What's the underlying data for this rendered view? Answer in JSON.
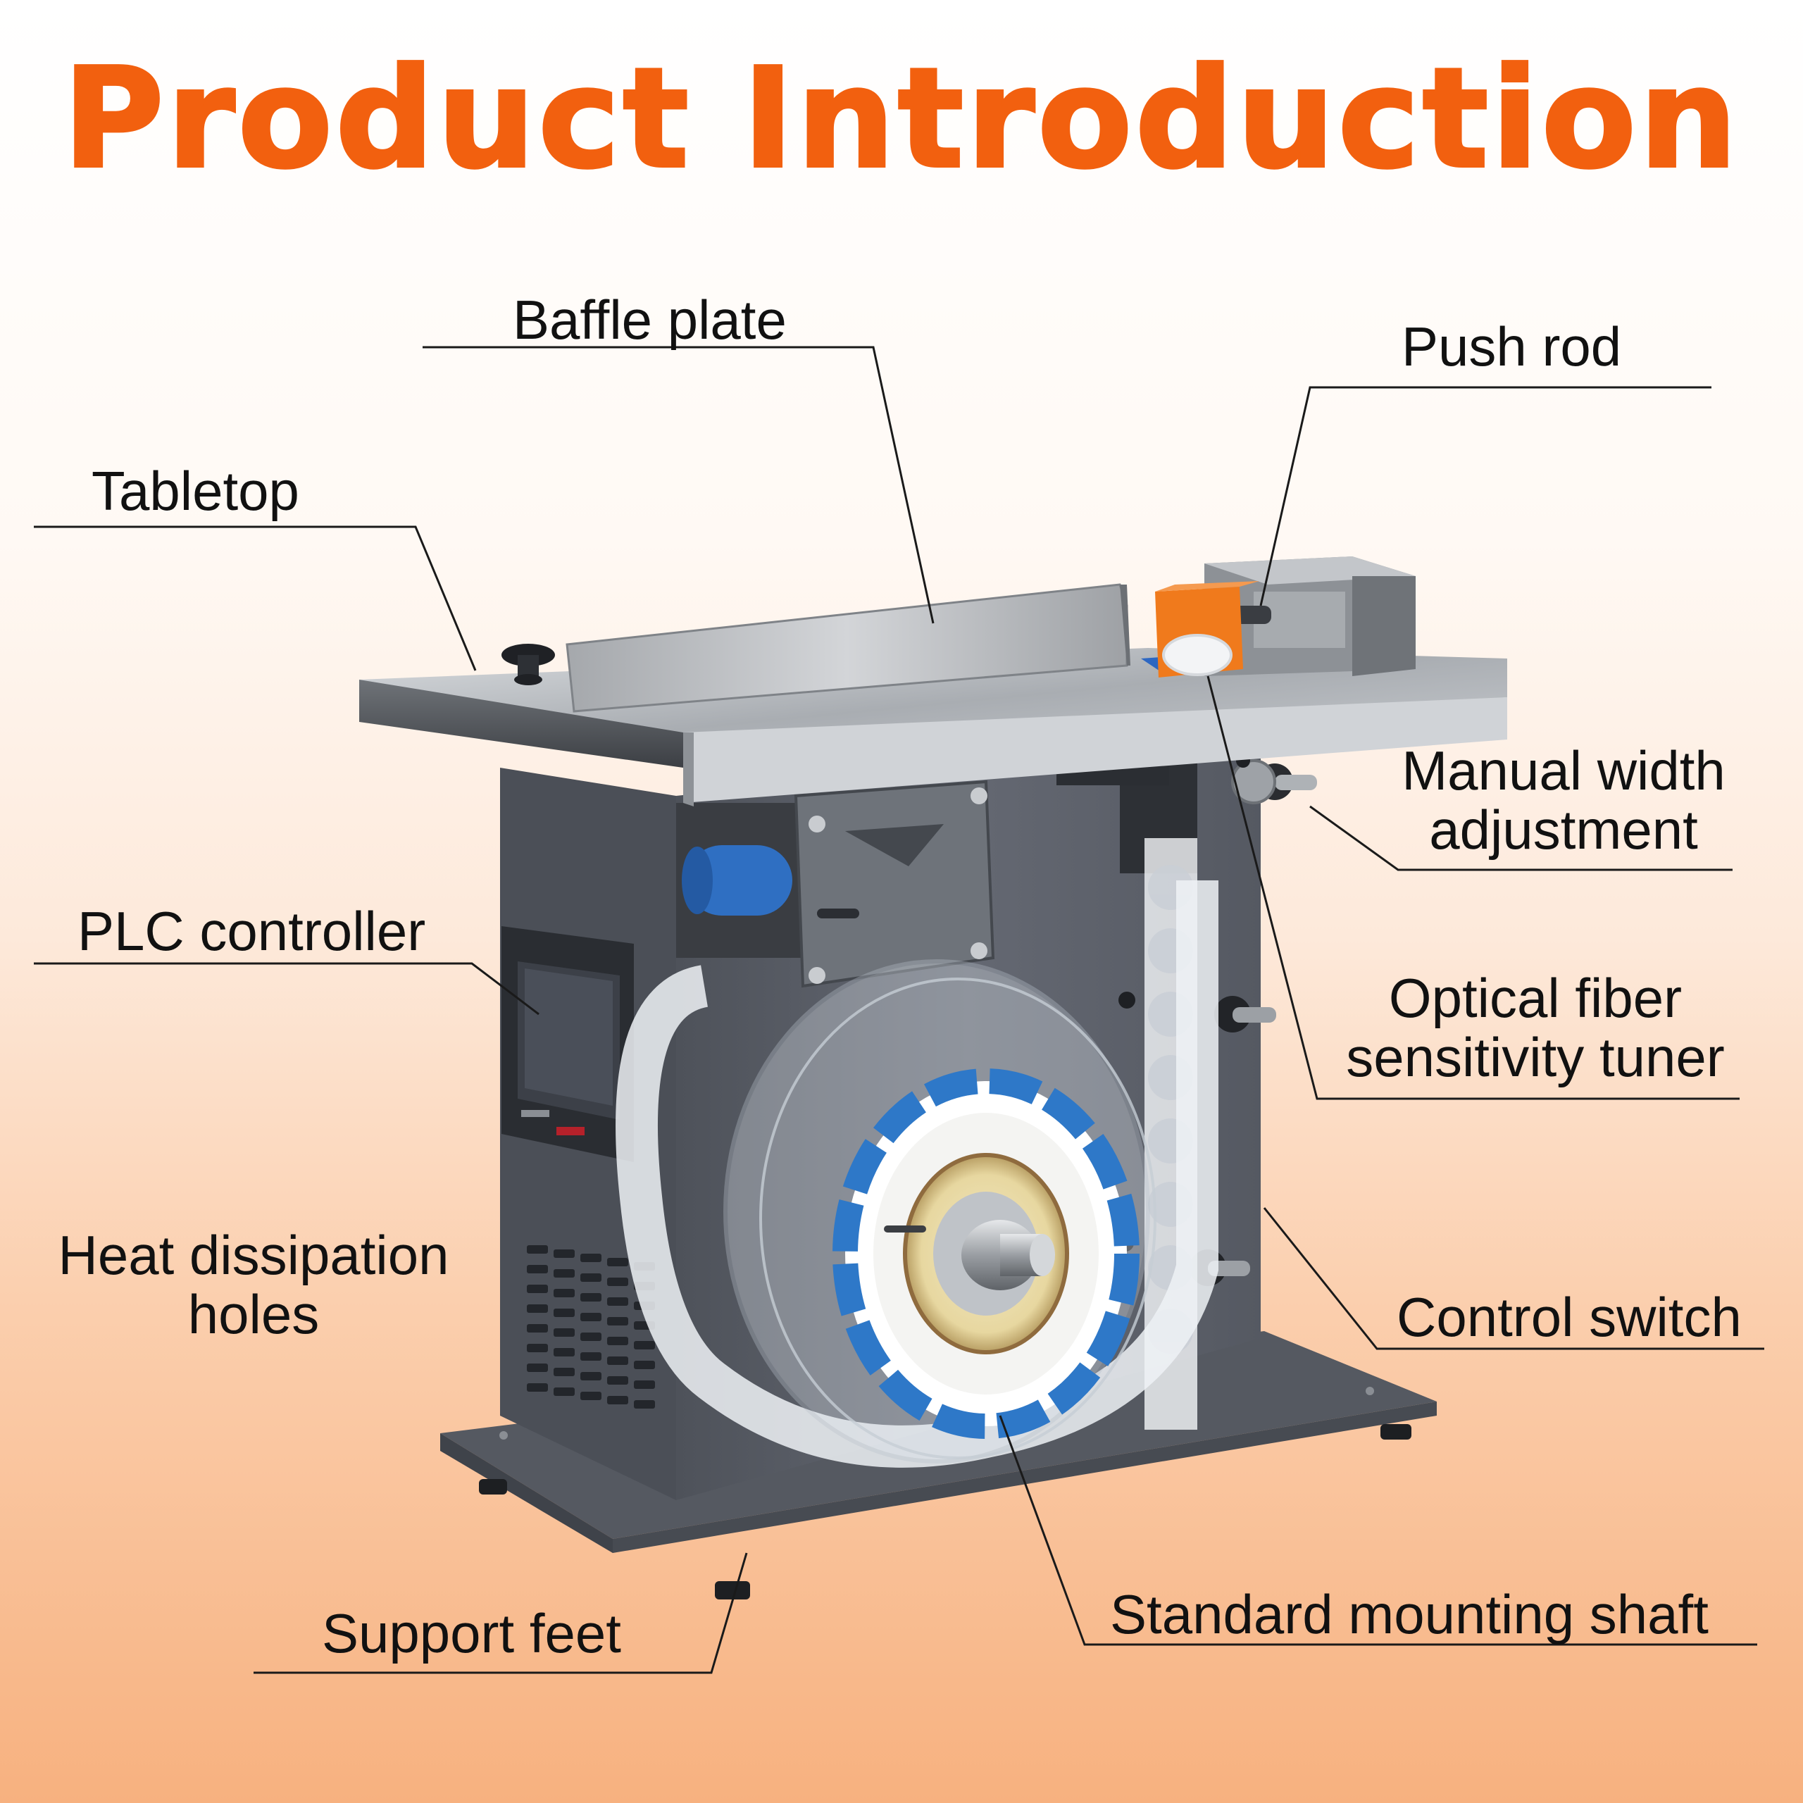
{
  "title": "Product Introduction",
  "colors": {
    "title": "#f2600f",
    "background_top": "#ffffff",
    "background_bottom": "#f7b17f",
    "machine_body": "#5c6069",
    "tabletop_steel": "#b9bdc2",
    "push_block": "#f07a1c",
    "label_roll": "#2e78c8"
  },
  "labels": {
    "baffle_plate": "Baffle plate",
    "push_rod": "Push rod",
    "tabletop": "Tabletop",
    "manual_width_1": "Manual width",
    "manual_width_2": "adjustment",
    "plc_controller": "PLC controller",
    "optical_fiber_1": "Optical fiber",
    "optical_fiber_2": "sensitivity tuner",
    "heat_dissipation_1": "Heat dissipation",
    "heat_dissipation_2": "holes",
    "control_switch": "Control switch",
    "support_feet": "Support feet",
    "mounting_shaft": "Standard mounting shaft"
  }
}
